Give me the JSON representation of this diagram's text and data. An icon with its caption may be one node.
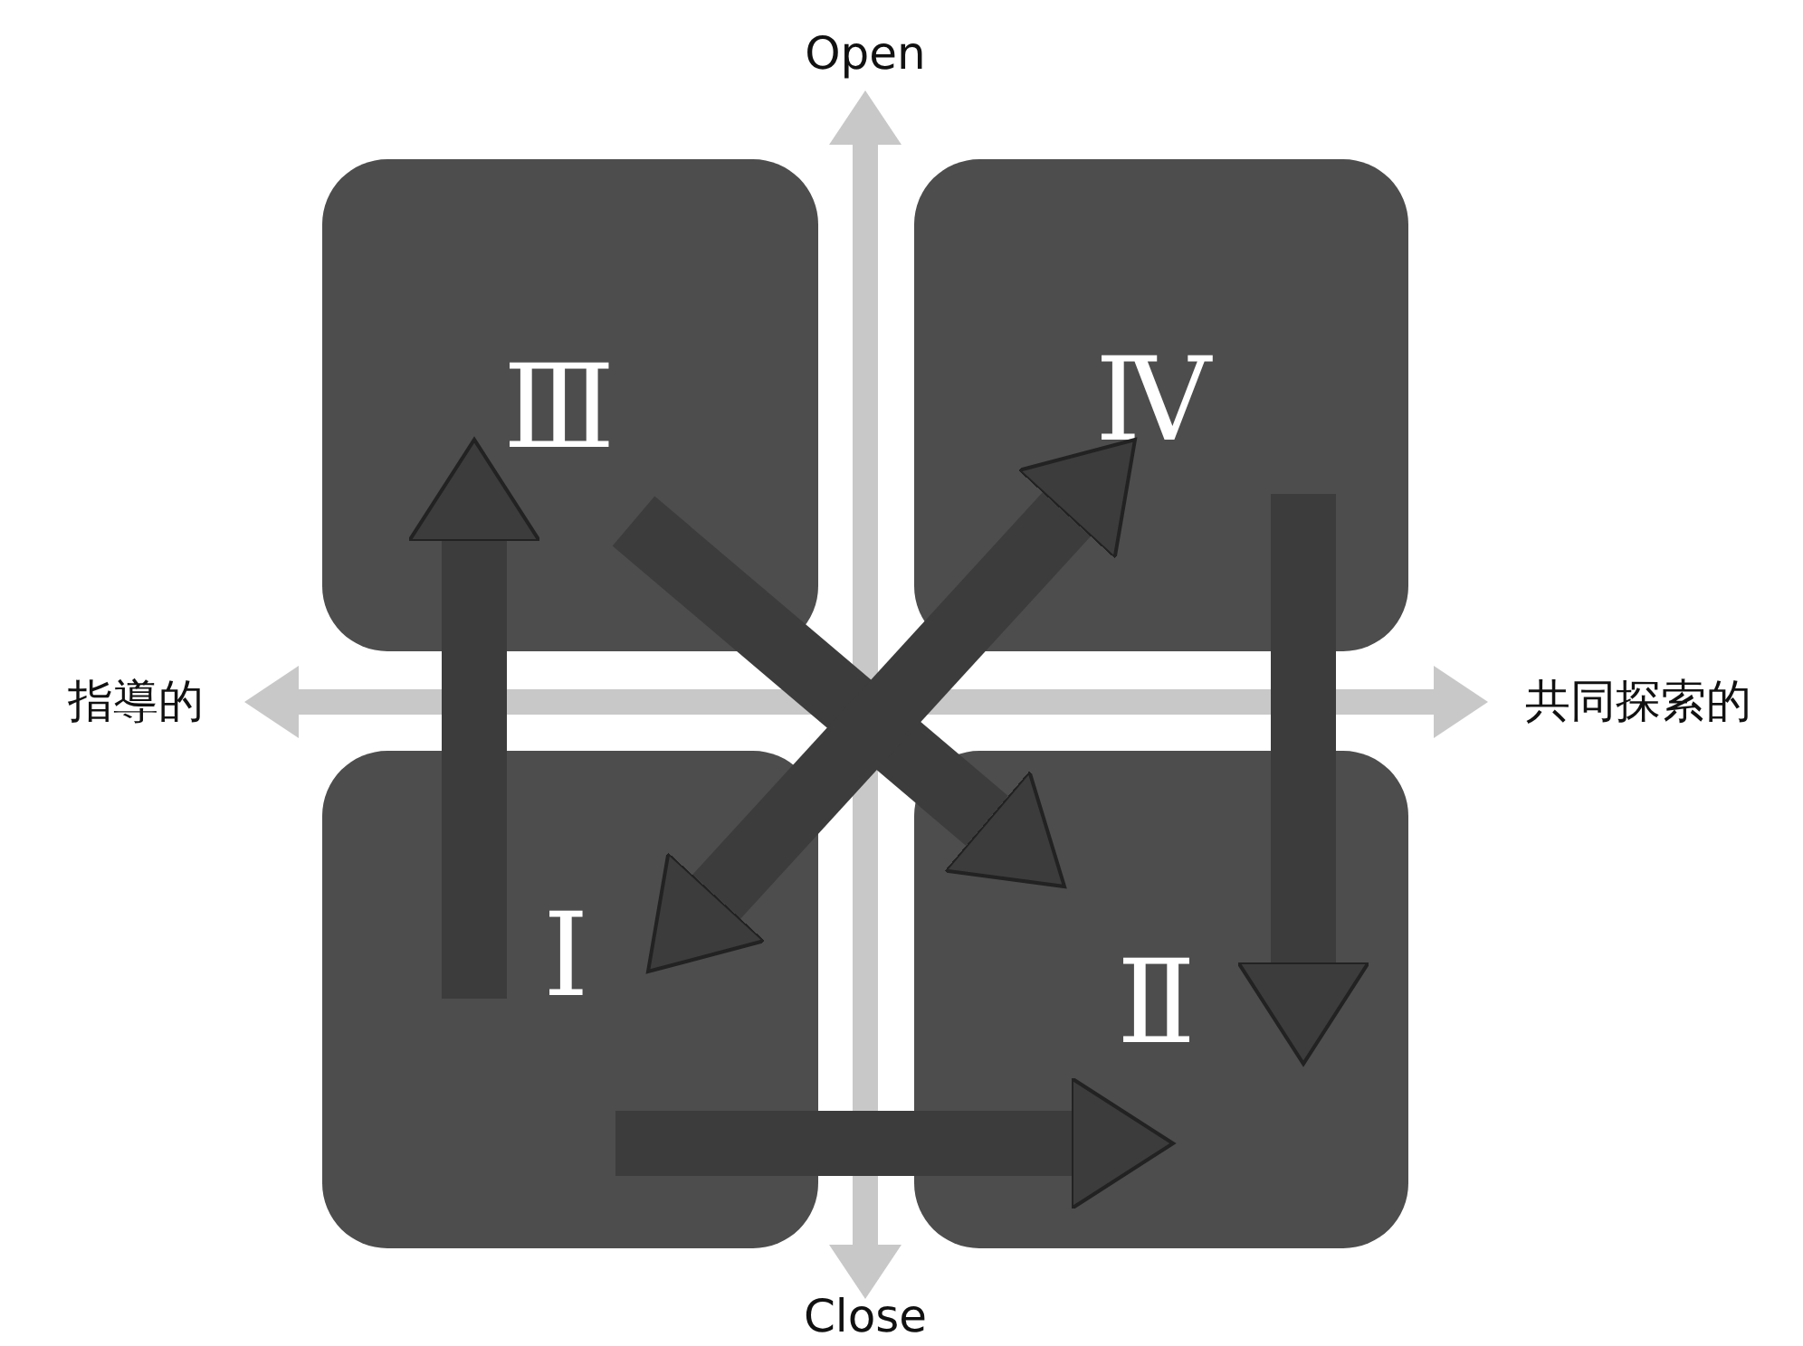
{
  "diagram": {
    "nodes": [
      {
        "text": [
          "Ⅲ"
        ]
      },
      {
        "text": [
          "Ⅳ"
        ]
      },
      {
        "text": [
          "Ⅰ"
        ]
      },
      {
        "text": [
          "Ⅱ"
        ]
      }
    ],
    "edges": [
      {
        "from": 2,
        "to": 0,
        "arrow": "to"
      },
      {
        "from": 0,
        "to": 3,
        "arrow": "to"
      },
      {
        "from": 2,
        "to": 1,
        "arrow": "both"
      },
      {
        "from": 1,
        "to": 3,
        "arrow": "to"
      },
      {
        "from": 2,
        "to": 3,
        "arrow": "to"
      }
    ],
    "labels": [
      "Open",
      "指導的",
      "共同探索的",
      "Close"
    ]
  }
}
